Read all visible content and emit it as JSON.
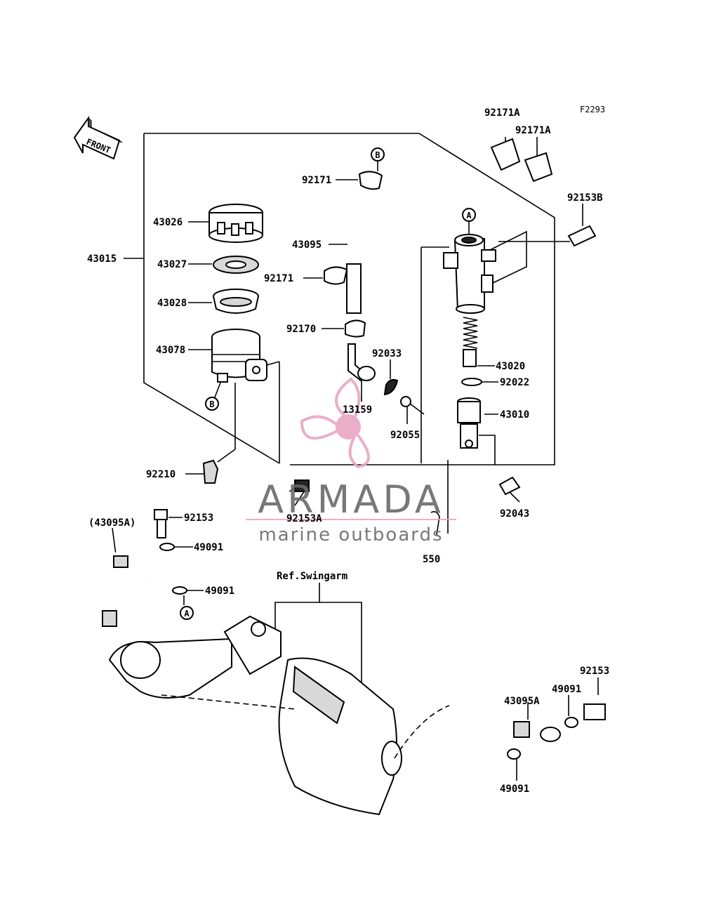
{
  "diagram_code": "F2293",
  "front_label": "FRONT",
  "parts": [
    {
      "id": "p43015",
      "label": "43015"
    },
    {
      "id": "p43026",
      "label": "43026"
    },
    {
      "id": "p43027",
      "label": "43027"
    },
    {
      "id": "p43028",
      "label": "43028"
    },
    {
      "id": "p43078",
      "label": "43078"
    },
    {
      "id": "p92210",
      "label": "92210"
    },
    {
      "id": "p92171_top",
      "label": "92171"
    },
    {
      "id": "p43095",
      "label": "43095"
    },
    {
      "id": "p92171_mid",
      "label": "92171"
    },
    {
      "id": "p92170",
      "label": "92170"
    },
    {
      "id": "p92033",
      "label": "92033"
    },
    {
      "id": "p13159",
      "label": "13159"
    },
    {
      "id": "p92055",
      "label": "92055"
    },
    {
      "id": "p92153A",
      "label": "92153A"
    },
    {
      "id": "p92171A_1",
      "label": "92171A"
    },
    {
      "id": "p92171A_2",
      "label": "92171A"
    },
    {
      "id": "p92153B",
      "label": "92153B"
    },
    {
      "id": "p43020",
      "label": "43020"
    },
    {
      "id": "p92022",
      "label": "92022"
    },
    {
      "id": "p43010",
      "label": "43010"
    },
    {
      "id": "p92043",
      "label": "92043"
    },
    {
      "id": "p550",
      "label": "550"
    },
    {
      "id": "p43095A_ref",
      "label": "(43095A)"
    },
    {
      "id": "p92153_left",
      "label": "92153"
    },
    {
      "id": "p49091_left_top",
      "label": "49091"
    },
    {
      "id": "p49091_left_bot",
      "label": "49091"
    },
    {
      "id": "p_swingarm",
      "label": "Ref.Swingarm"
    },
    {
      "id": "p92153_right",
      "label": "92153"
    },
    {
      "id": "p49091_right_top",
      "label": "49091"
    },
    {
      "id": "p43095A",
      "label": "43095A"
    },
    {
      "id": "p49091_right_bot",
      "label": "49091"
    }
  ],
  "callouts": {
    "b_top": "B",
    "b_reservoir": "B",
    "a_master": "A",
    "a_banjo": "A"
  },
  "watermark": {
    "brand": "ARMADA",
    "tagline": "marine outboards",
    "colors": {
      "pink": "#e8a6c4",
      "grey": "#6a6a6a"
    }
  }
}
